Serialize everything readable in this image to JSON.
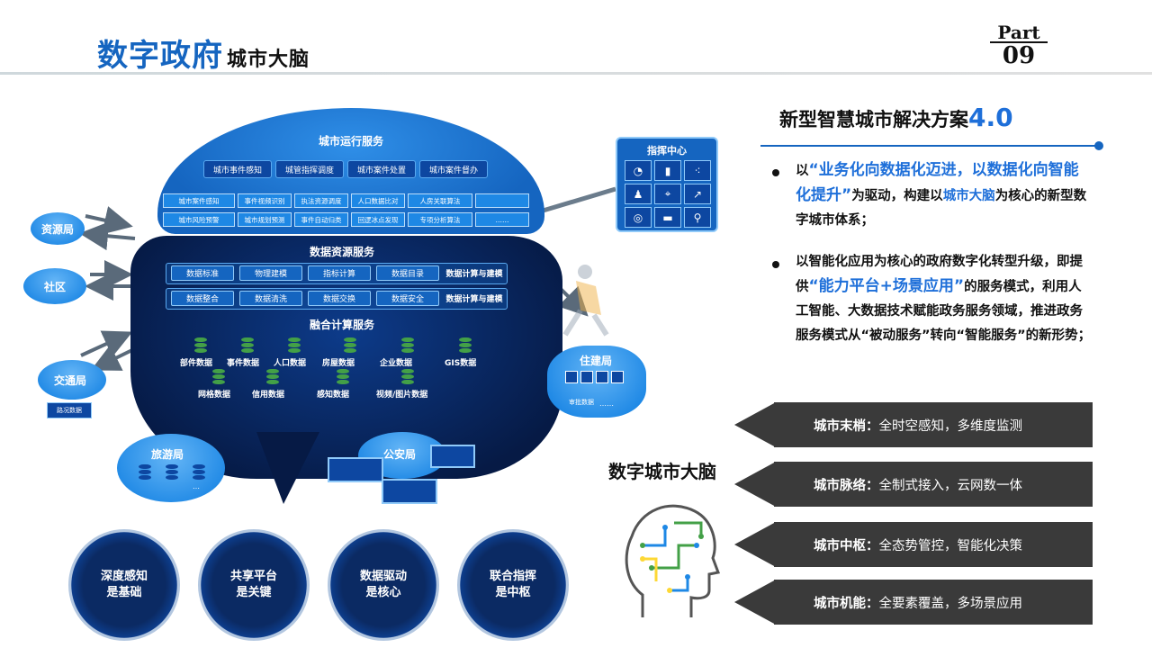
{
  "header": {
    "title_main": "数字政府",
    "title_sub": "城市大脑",
    "part_word": "Part",
    "part_num": "09"
  },
  "diagram": {
    "city_ops": {
      "title": "城市运行服务",
      "services": [
        "城市事件感知",
        "城管指挥调度",
        "城市案件处置",
        "城市案件督办"
      ],
      "row1": [
        "城市案件感知",
        "事件视频识别",
        "执法资源调度",
        "人口数据比对",
        "人房关联算法",
        ""
      ],
      "row2": [
        "城市风险预警",
        "城市规划预测",
        "事件自动归类",
        "回逻冰点发现",
        "专项分析算法",
        "……"
      ]
    },
    "data_resource": {
      "title": "数据资源服务",
      "row1": [
        "数据标准",
        "物理建模",
        "指标计算",
        "数据目录"
      ],
      "row1_label": "数据计算与建模",
      "row2": [
        "数据整合",
        "数据清洗",
        "数据交换",
        "数据安全"
      ],
      "row2_label": "数据计算与建模"
    },
    "fusion": {
      "title": "融合计算服务",
      "row1": [
        "部件数据",
        "事件数据",
        "人口数据",
        "房屋数据",
        "企业数据",
        "GIS数据"
      ],
      "row2": [
        "网格数据",
        "信用数据",
        "感知数据",
        "视频/图片数据"
      ]
    },
    "agencies": {
      "resource": "资源局",
      "community": "社区",
      "traffic": "交通局",
      "traffic_doc": "路况数据",
      "tourism": "旅游局",
      "tourism_more": "…",
      "police": "公安局",
      "housing": "住建局",
      "housing_doc": "审批数据",
      "housing_more": "……"
    },
    "command": {
      "title": "指挥中心",
      "icons": [
        "pie-chart-icon",
        "bar-chart-icon",
        "scatter-icon",
        "people-icon",
        "map-pin-icon",
        "line-chart-icon",
        "compass-icon",
        "camera-icon",
        "magnifier-icon"
      ]
    },
    "badges": [
      "深度感知\n是基础",
      "共享平台\n是关键",
      "数据驱动\n是核心",
      "联合指挥\n是中枢"
    ]
  },
  "solution": {
    "title": "新型智慧城市解决方案",
    "version": "4.0",
    "p1_prefix": "以",
    "p1_hl1": "“业务化向数据化迈进，以数据化向智能化提升”",
    "p1_mid": "为驱动，构建以",
    "p1_hl2": "城市大脑",
    "p1_suffix": "为核心的新型数字城市体系；",
    "p2_prefix": "以智能化应用为核心的政府数字化转型升级，即提供",
    "p2_hl": "“能力平台+场景应用”",
    "p2_suffix": "的服务模式，利用人工智能、大数据技术赋能政务服务领域，推进政务服务模式从“被动服务”转向“智能服务”的新形势；"
  },
  "brain": {
    "title": "数字城市大脑",
    "layers": [
      {
        "name": "城市末梢：",
        "desc": "全时空感知，多维度监测"
      },
      {
        "name": "城市脉络：",
        "desc": "全制式接入，云网数一体"
      },
      {
        "name": "城市中枢：",
        "desc": "全态势管控，智能化决策"
      },
      {
        "name": "城市机能：",
        "desc": "全要素覆盖，多场景应用"
      }
    ]
  },
  "colors": {
    "accent": "#1565c0",
    "highlight": "#1e6fd9",
    "dark": "#3a3a3a",
    "db_green": "#43a047"
  }
}
